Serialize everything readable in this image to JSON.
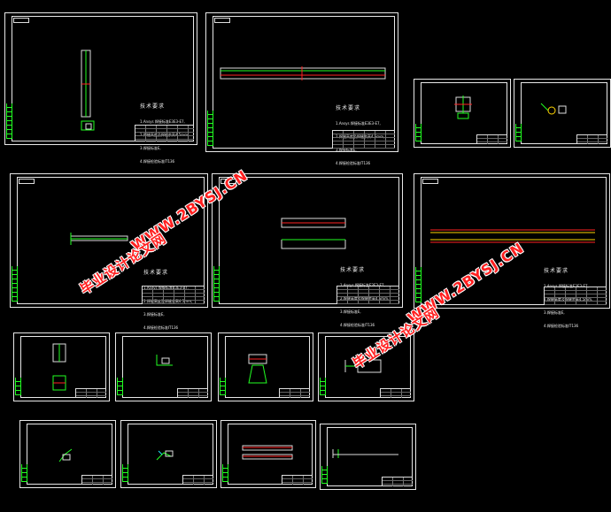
{
  "tech_req": {
    "heading": "技术要求",
    "lines": [
      "1.Ansys 焊接标准E3E3-E7,",
      "2.焊缝高度及焊缝余高4.5mm,",
      "3.焊接标准E,",
      "4.焊接检验标准IT136"
    ]
  },
  "watermarks": [
    {
      "text": "WWW.2BYSJ.CN"
    },
    {
      "text": "毕业设计论文网"
    },
    {
      "text": "WWW.2BYSJ.CN"
    },
    {
      "text": "毕业设计论文网"
    }
  ],
  "colors": {
    "frame": "#e8e8e8",
    "green": "#22ff22",
    "red": "#ff2020",
    "yellow": "#ffd400",
    "cyan": "#22e0ff",
    "watermark": "#ff2020"
  }
}
